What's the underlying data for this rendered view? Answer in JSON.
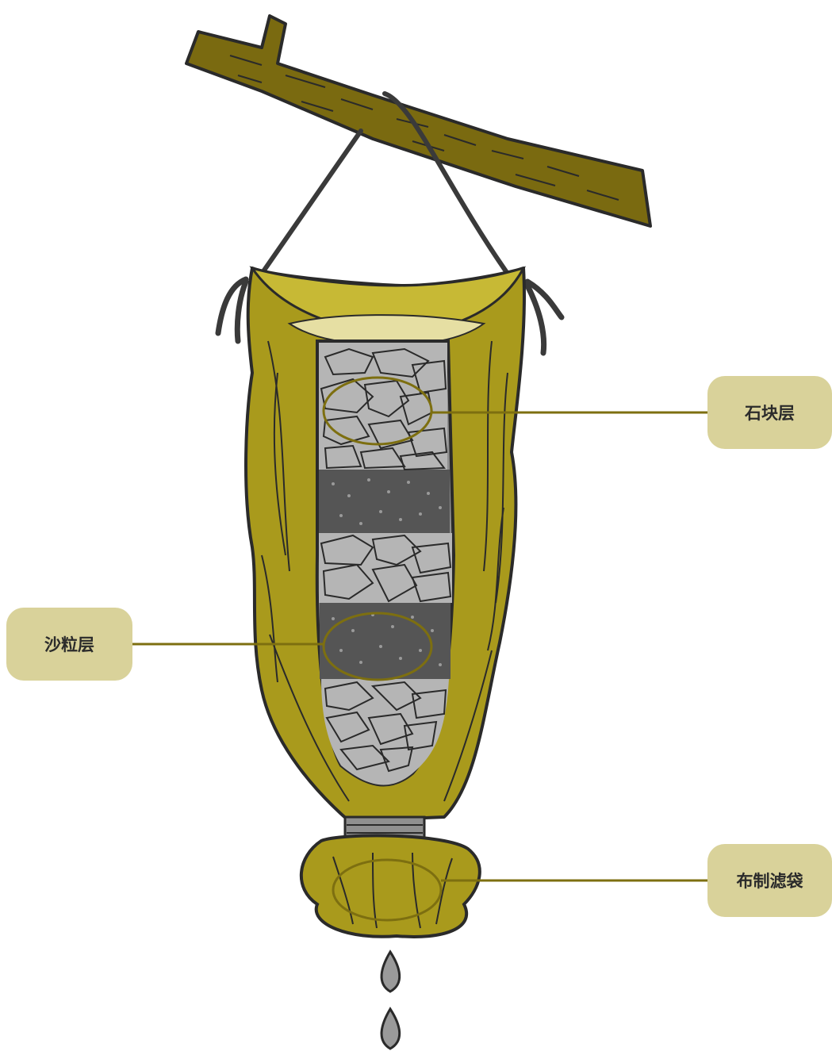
{
  "labels": {
    "stone_layer": "石块层",
    "sand_layer": "沙粒层",
    "cloth_filter_bag": "布制滤袋"
  },
  "colors": {
    "branch": "#7a6a10",
    "bag": "#a99a1c",
    "bag_dark": "#8b7d12",
    "bottle_inner": "#c8c48e",
    "stones": "#b5b5b5",
    "sand": "#555555",
    "label_bg": "#d9d29a",
    "leader_line": "#7d6f10",
    "water_drop": "#9a9a9a",
    "outline": "#2a2a2a"
  }
}
